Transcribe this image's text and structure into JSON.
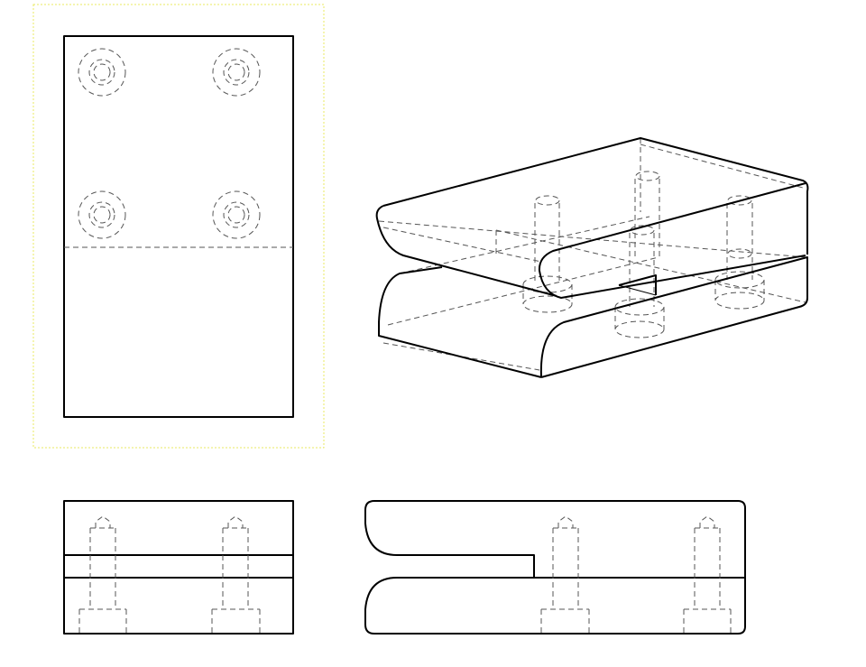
{
  "drawing": {
    "views": [
      "top-view",
      "isometric-view",
      "side-view",
      "front-view"
    ],
    "selected_view": "top-view",
    "colors": {
      "line": "#000000",
      "hidden_line": "#555555",
      "selection": "#e8e860",
      "background": "#ffffff"
    }
  }
}
